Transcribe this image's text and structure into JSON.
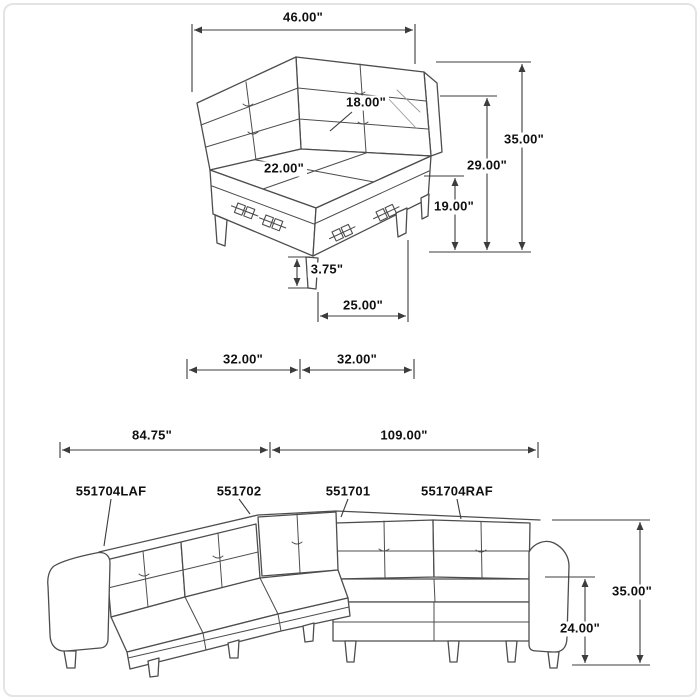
{
  "corner_unit": {
    "width_top": "46.00\"",
    "back_height": "18.00\"",
    "seat_depth": "22.00\"",
    "height_overall": "35.00\"",
    "height_back": "29.00\"",
    "height_seat": "19.00\"",
    "leg_height": "3.75\"",
    "leg_span": "25.00\"",
    "span_left": "32.00\"",
    "span_right": "32.00\""
  },
  "sectional": {
    "length_left": "84.75\"",
    "length_right": "109.00\"",
    "height_overall": "35.00\"",
    "height_arm": "24.00\"",
    "parts": [
      "551704LAF",
      "551702",
      "551701",
      "551704RAF"
    ]
  }
}
